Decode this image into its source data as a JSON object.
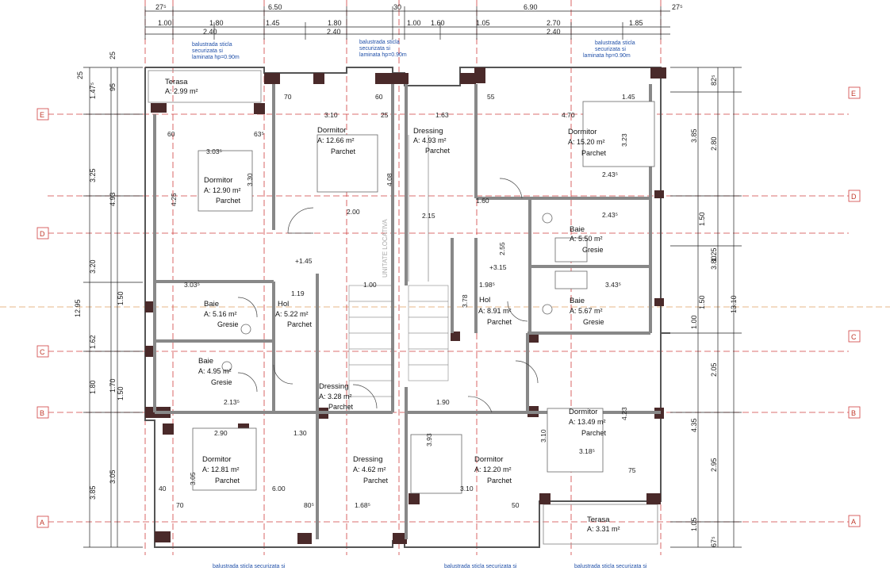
{
  "top_dimensions": {
    "row1": [
      "27⁵",
      "6.50",
      "30",
      "6.90",
      "27⁵"
    ],
    "row2": [
      "1.00",
      "1.80",
      "1.45",
      "1.80",
      "1.00",
      "1.60",
      "1.05",
      "2.70",
      "1.85"
    ],
    "row3": [
      "2.40",
      "2.40",
      "2.40"
    ]
  },
  "left_dimensions": {
    "outer": [
      "25",
      "1.47⁵",
      "3.25",
      "3.20",
      "1.62",
      "1.80",
      "3.85"
    ],
    "mid": [
      "25",
      "95",
      "4.93",
      "12.95",
      "1.50",
      "1.70",
      "1.50",
      "3.05"
    ],
    "total": "12.95"
  },
  "right_dimensions": {
    "outer": [
      "82⁵",
      "3.85",
      "3.80",
      "13.10",
      "4.35",
      "1.05",
      "67⁵"
    ],
    "mid": [
      "2.80",
      "1.50",
      "1.25",
      "1.50",
      "1.00",
      "2.05",
      "2.95"
    ]
  },
  "axes": {
    "left": [
      "E",
      "D",
      "C",
      "B",
      "A"
    ],
    "right": [
      "E",
      "D",
      "C",
      "B",
      "A"
    ]
  },
  "rooms": [
    {
      "name": "Terasa",
      "area": "A: 2.99 m²",
      "floor": ""
    },
    {
      "name": "Dormitor",
      "area": "A: 12.90 m²",
      "floor": "Parchet"
    },
    {
      "name": "Dormitor",
      "area": "A: 12.66 m²",
      "floor": "Parchet"
    },
    {
      "name": "Dressing",
      "area": "A: 4.93 m²",
      "floor": "Parchet"
    },
    {
      "name": "Dormitor",
      "area": "A: 15.20 m²",
      "floor": "Parchet"
    },
    {
      "name": "Baie",
      "area": "A: 5.50 m²",
      "floor": "Gresie"
    },
    {
      "name": "Baie",
      "area": "A: 5.16 m²",
      "floor": "Gresie"
    },
    {
      "name": "Hol",
      "area": "A: 5.22 m²",
      "floor": "Parchet"
    },
    {
      "name": "Hol",
      "area": "A: 8.91 m²",
      "floor": "Parchet"
    },
    {
      "name": "Baie",
      "area": "A: 5.67 m²",
      "floor": "Gresie"
    },
    {
      "name": "Baie",
      "area": "A: 4.95 m²",
      "floor": "Gresie"
    },
    {
      "name": "Dressing",
      "area": "A: 3.28 m²",
      "floor": "Parchet"
    },
    {
      "name": "Dormitor",
      "area": "A: 13.49 m²",
      "floor": "Parchet"
    },
    {
      "name": "Dormitor",
      "area": "A: 12.81 m²",
      "floor": "Parchet"
    },
    {
      "name": "Dressing",
      "area": "A: 4.62 m²",
      "floor": "Parchet"
    },
    {
      "name": "Dormitor",
      "area": "A: 12.20 m²",
      "floor": "Parchet"
    },
    {
      "name": "Terasa",
      "area": "A: 3.31 m²",
      "floor": ""
    }
  ],
  "notes": {
    "top_left_1": "balustrada sticla",
    "top_left_2": "securizata si",
    "top_left_3": "laminata hp=0.90m",
    "top_mid_1": "balustrada sticla",
    "top_mid_2": "securizata si",
    "top_mid_3": "laminata hp=0.90m",
    "top_right_1": "balustrada sticla",
    "top_right_2": "securizata si",
    "top_right_3": "laminata hp=0.90m",
    "bottom_left": "balustrada sticla securizata si",
    "bottom_mid": "balustrada sticla securizata si",
    "bottom_right": "balustrada sticla securizata si"
  },
  "inner_dims": {
    "d1": "70",
    "d2": "60",
    "d3": "3.10",
    "d4": "25",
    "d5": "1.63",
    "d6": "55",
    "d7": "4.70",
    "d8": "1.45",
    "d9": "60",
    "d10": "63⁵",
    "d11": "3.03⁵",
    "d12": "4.08",
    "d13": "3.30",
    "d14": "4.25",
    "d15": "2.00",
    "d16": "2.15",
    "d17": "2.43⁵",
    "d18": "2.43⁵",
    "d19": "3.23",
    "d20": "+1.45",
    "d21": "+3.15",
    "d22": "1.19",
    "d23": "3.03⁵",
    "d24": "1.00",
    "d25": "1.98⁵",
    "d26": "3.43⁵",
    "d27": "2.13⁵",
    "d28": "2.90",
    "d29": "1.30",
    "d30": "1.90",
    "d31": "3.10",
    "d32": "3.18⁵",
    "d33": "6.00",
    "d34": "3.10",
    "d35": "1.68⁵",
    "d36": "75",
    "d37": "50",
    "d38": "80⁵",
    "d39": "2.55",
    "d40": "3.78",
    "d41": "3.93",
    "d42": "1.60",
    "d43": "4.23",
    "d44": "3.05",
    "d45": "70",
    "d46": "40"
  },
  "labels": {
    "unitate": "UNITATE LOCATIVA"
  },
  "colors": {
    "wall": "#4a2a2a",
    "axis": "#d04040",
    "note": "#1f4fa8",
    "dim_line": "#222222"
  }
}
